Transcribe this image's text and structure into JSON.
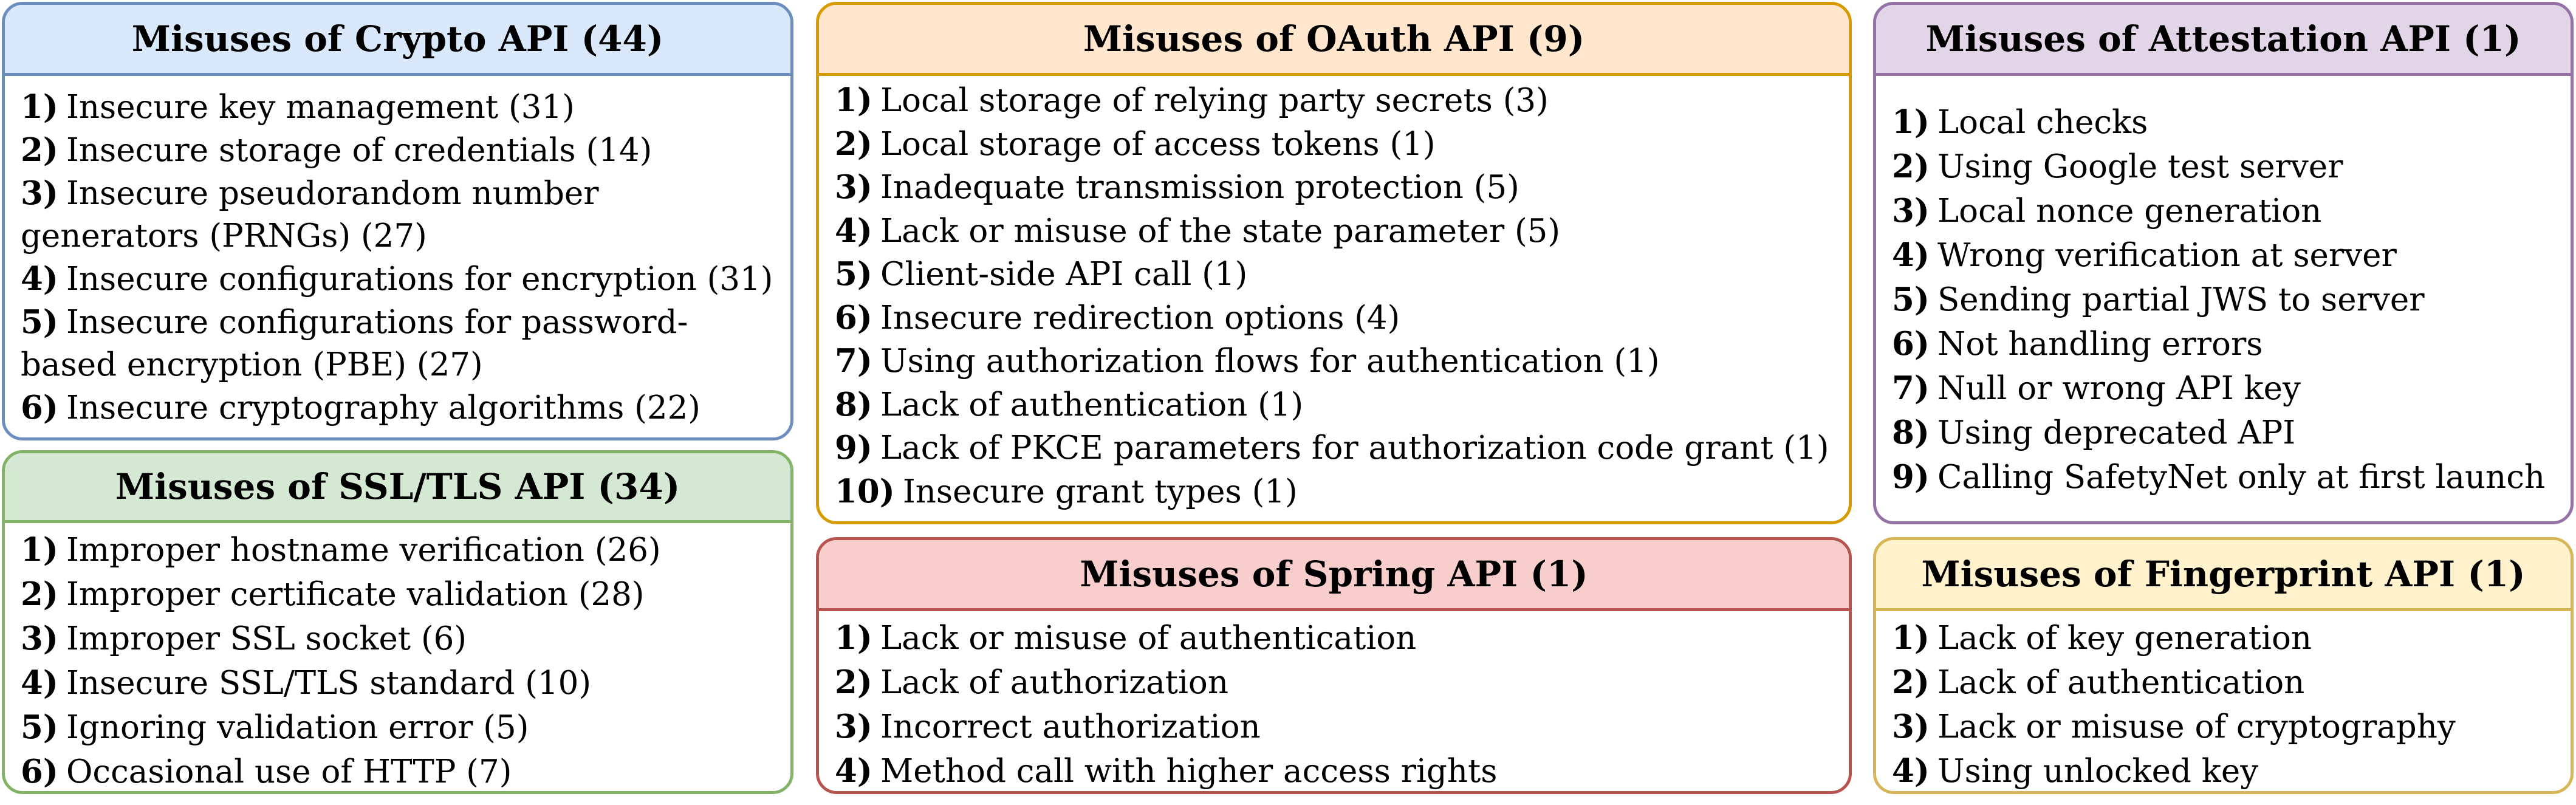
{
  "panels": {
    "crypto": {
      "title": "Misuses of Crypto API (44)",
      "border_color": "#6c8ebf",
      "header_color": "#dae8fc",
      "items": [
        {
          "num": "1)",
          "text": "Insecure key management (31)"
        },
        {
          "num": "2)",
          "text": "Insecure storage of credentials (14)"
        },
        {
          "num": "3)",
          "text": "Insecure pseudorandom number generators (PRNGs) (27)"
        },
        {
          "num": "4)",
          "text": "Insecure configurations for encryption (31)"
        },
        {
          "num": "5)",
          "text": "Insecure configurations for password-based encryption (PBE) (27)"
        },
        {
          "num": "6)",
          "text": "Insecure cryptography algorithms (22)"
        }
      ]
    },
    "ssl": {
      "title": "Misuses of SSL/TLS API (34)",
      "border_color": "#82b366",
      "header_color": "#d5e8d4",
      "items": [
        {
          "num": "1)",
          "text": "Improper hostname verification (26)"
        },
        {
          "num": "2)",
          "text": "Improper certificate validation (28)"
        },
        {
          "num": "3)",
          "text": "Improper SSL socket (6)"
        },
        {
          "num": "4)",
          "text": "Insecure SSL/TLS standard (10)"
        },
        {
          "num": "5)",
          "text": "Ignoring validation error (5)"
        },
        {
          "num": "6)",
          "text": "Occasional use of HTTP (7)"
        }
      ]
    },
    "oauth": {
      "title": "Misuses of OAuth API (9)",
      "border_color": "#d79b00",
      "header_color": "#ffe6cc",
      "items": [
        {
          "num": "1)",
          "text": "Local storage of relying party secrets (3)"
        },
        {
          "num": "2)",
          "text": "Local storage of access tokens (1)"
        },
        {
          "num": "3)",
          "text": "Inadequate transmission protection (5)"
        },
        {
          "num": "4)",
          "text": "Lack or misuse of the state parameter (5)"
        },
        {
          "num": "5)",
          "text": "Client-side API call (1)"
        },
        {
          "num": "6)",
          "text": "Insecure redirection options (4)"
        },
        {
          "num": "7)",
          "text": "Using authorization flows for authentication (1)"
        },
        {
          "num": "8)",
          "text": "Lack of authentication (1)"
        },
        {
          "num": "9)",
          "text": "Lack of PKCE parameters for authorization code grant (1)"
        },
        {
          "num": "10)",
          "text": "Insecure grant types (1)"
        }
      ]
    },
    "spring": {
      "title": "Misuses of Spring API (1)",
      "border_color": "#b85450",
      "header_color": "#f8cecc",
      "items": [
        {
          "num": "1)",
          "text": "Lack or misuse of authentication"
        },
        {
          "num": "2)",
          "text": "Lack of authorization"
        },
        {
          "num": "3)",
          "text": "Incorrect authorization"
        },
        {
          "num": "4)",
          "text": "Method call with higher access rights"
        }
      ]
    },
    "attestation": {
      "title": "Misuses of Attestation API (1)",
      "border_color": "#9673a6",
      "header_color": "#e1d5e7",
      "items": [
        {
          "num": "1)",
          "text": "Local checks"
        },
        {
          "num": "2)",
          "text": "Using Google test server"
        },
        {
          "num": "3)",
          "text": "Local nonce generation"
        },
        {
          "num": "4)",
          "text": "Wrong verification at server"
        },
        {
          "num": "5)",
          "text": "Sending partial JWS to server"
        },
        {
          "num": "6)",
          "text": "Not handling errors"
        },
        {
          "num": "7)",
          "text": "Null or wrong API key"
        },
        {
          "num": "8)",
          "text": "Using deprecated API"
        },
        {
          "num": "9)",
          "text": "Calling SafetyNet only at first launch"
        }
      ]
    },
    "fingerprint": {
      "title": "Misuses of Fingerprint API (1)",
      "border_color": "#d6b656",
      "header_color": "#fff2cc",
      "items": [
        {
          "num": "1)",
          "text": "Lack of key generation"
        },
        {
          "num": "2)",
          "text": "Lack of authentication"
        },
        {
          "num": "3)",
          "text": "Lack or misuse of cryptography"
        },
        {
          "num": "4)",
          "text": "Using unlocked key"
        }
      ]
    }
  }
}
